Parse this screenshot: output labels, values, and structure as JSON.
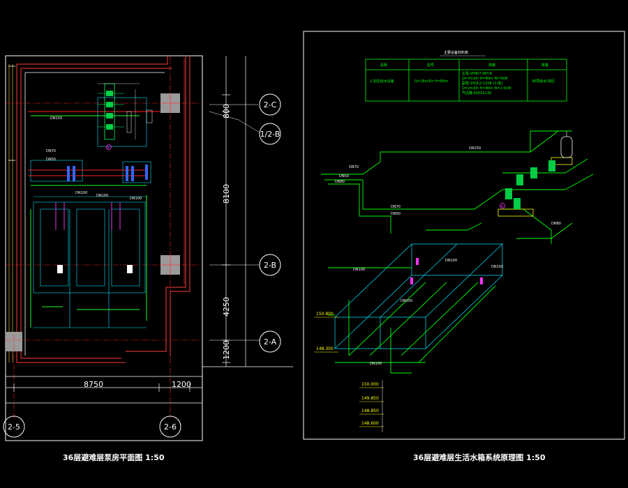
{
  "left_plan": {
    "caption": "36层避难层泵房平面图 1:50",
    "dims_horizontal": [
      "8750",
      "1200"
    ],
    "dims_vertical": [
      "800",
      "8100",
      "4250",
      "1200"
    ],
    "axes": [
      "2-C",
      "1/2-B",
      "2-B",
      "2-A",
      "2-5",
      "2-6"
    ],
    "pipe_labels": [
      "DN150",
      "DN70",
      "DN50",
      "DN100",
      "DN100",
      "DN100"
    ],
    "marker": "②"
  },
  "right_diagram": {
    "caption": "36层避难层生活水箱系统原理图 1:50",
    "table_title": "主要设备材料表",
    "table_headers": [
      "名称",
      "型号",
      "规格",
      "数量"
    ],
    "table_row": {
      "name": "2.加压给水设备",
      "model": "Q=18m3/h  H=80m",
      "spec": [
        "主泵:VP407  WH-8",
        "Q=7m3/h  H=80m  N=3kW",
        "副泵:25QL2-12X8  (小泵)",
        "Q=2m3/h  H=80m  N=1.5kW",
        "气压罐:600X1130"
      ],
      "qty": "36层给水/加压"
    },
    "pipe_labels": [
      "DN70",
      "DN50",
      "DN80",
      "DN150",
      "DN70",
      "DN50",
      "DN100",
      "DN100",
      "DN150",
      "DN80",
      "DN100",
      "DN100"
    ],
    "elevations": [
      "150.800",
      "148.300",
      "150.000",
      "149.850",
      "148.850",
      "148.600"
    ],
    "marker": "②"
  }
}
